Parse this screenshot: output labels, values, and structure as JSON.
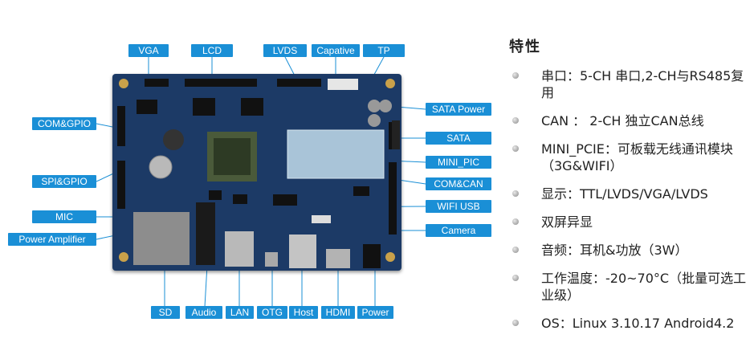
{
  "labels": {
    "vga": "VGA",
    "lcd": "LCD",
    "lvds": "LVDS",
    "capative": "Capative",
    "tp": "TP",
    "com_gpio": "COM&GPIO",
    "spi_gpio": "SPI&GPIO",
    "mic": "MIC",
    "power_amplifier": "Power Amplifier",
    "sata_power": "SATA Power",
    "sata": "SATA",
    "mini_pic": "MINI_PIC",
    "com_can": "COM&CAN",
    "wifi_usb": "WIFI USB",
    "camera": "Camera",
    "sd": "SD",
    "audio": "Audio",
    "lan": "LAN",
    "otg": "OTG",
    "host": "Host",
    "hdmi": "HDMI",
    "power": "Power"
  },
  "features": {
    "title": "特性",
    "items": [
      "串口：5-CH 串口,2-CH与RS485复用",
      "CAN ： 2-CH 独立CAN总线",
      "MINI_PCIE：可板载无线通讯模块（3G&WIFI）",
      "显示：TTL/LVDS/VGA/LVDS",
      "双屏异显",
      "音频：耳机&功放（3W）",
      "工作温度：-20~70°C（批量可选工业级）",
      "OS：Linux 3.10.17 Android4.2"
    ]
  },
  "colors": {
    "label_bg": "#1a8fd6",
    "board": "#1c3a66"
  }
}
